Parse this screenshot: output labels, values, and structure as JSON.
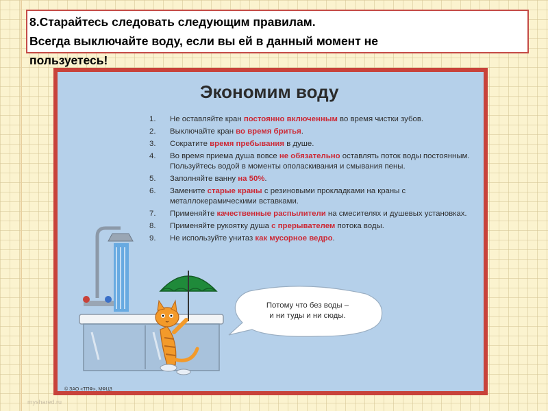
{
  "header": {
    "line1": "8.Старайтесь следовать следующим правилам.",
    "line2": "Всегда выключайте воду, если вы ей в данный момент не",
    "line3": "пользуетесь!"
  },
  "poster": {
    "title": "Экономим воду",
    "rules": [
      {
        "num": "1.",
        "parts": [
          {
            "t": "Не оставляйте кран "
          },
          {
            "t": "постоянно включенным",
            "h": true
          },
          {
            "t": " во время чистки зубов."
          }
        ]
      },
      {
        "num": "2.",
        "parts": [
          {
            "t": "Выключайте кран "
          },
          {
            "t": "во время бритья",
            "h": true
          },
          {
            "t": "."
          }
        ]
      },
      {
        "num": "3.",
        "parts": [
          {
            "t": "Сократите "
          },
          {
            "t": "время пребывания",
            "h": true
          },
          {
            "t": " в душе."
          }
        ]
      },
      {
        "num": "4.",
        "parts": [
          {
            "t": "Во время приема душа вовсе "
          },
          {
            "t": "не обязательно",
            "h": true
          },
          {
            "t": " оставлять поток воды постоянным. Пользуйтесь водой в моменты ополаскивания и смывания пены."
          }
        ]
      },
      {
        "num": "5.",
        "parts": [
          {
            "t": "Заполняйте ванну "
          },
          {
            "t": "на 50%",
            "h": true
          },
          {
            "t": "."
          }
        ]
      },
      {
        "num": "6.",
        "parts": [
          {
            "t": "Замените "
          },
          {
            "t": "старые краны",
            "h": true
          },
          {
            "t": " с резиновыми прокладками на краны с металлокерамическими вставками."
          }
        ]
      },
      {
        "num": "7.",
        "parts": [
          {
            "t": "Применяйте "
          },
          {
            "t": "качественные распылители",
            "h": true
          },
          {
            "t": " на смесителях и душевых установках."
          }
        ]
      },
      {
        "num": "8.",
        "parts": [
          {
            "t": "Применяйте рукоятку душа "
          },
          {
            "t": "с прерывателем",
            "h": true
          },
          {
            "t": " потока воды."
          }
        ]
      },
      {
        "num": "9.",
        "parts": [
          {
            "t": "Не используйте унитаз "
          },
          {
            "t": "как мусорное ведро",
            "h": true
          },
          {
            "t": "."
          }
        ]
      }
    ],
    "bubble_line1": "Потому что без воды –",
    "bubble_line2": "и ни туды и ни сюды.",
    "copyright": "© ЗАО «ТПФ», МФЦ3"
  },
  "watermark": "myshared.ru",
  "colors": {
    "page_bg": "#fbf3cf",
    "header_border": "#c44a46",
    "poster_border": "#c8423a",
    "poster_bg": "#b5d0ea",
    "highlight": "#cc2a36",
    "umbrella": "#1f8a3a",
    "cat": "#f39a2a"
  }
}
